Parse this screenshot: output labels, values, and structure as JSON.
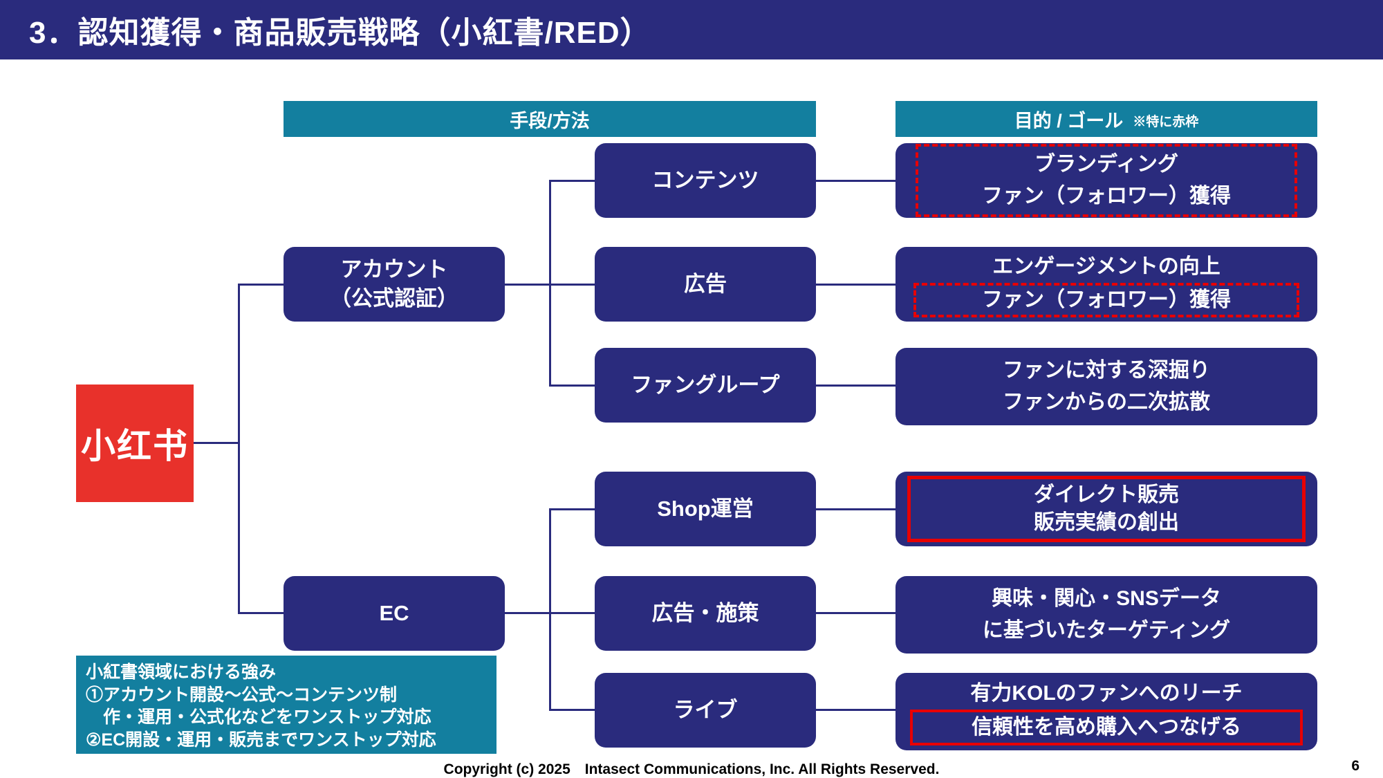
{
  "slide": {
    "title": "3．認知獲得・商品販売戦略（小紅書/RED）",
    "footer": "Copyright (c) 2025　Intasect Communications, Inc. All Rights Reserved.",
    "page_number": "6"
  },
  "column_headers": {
    "methods": "手段/方法",
    "goals": "目的 / ゴール",
    "goals_note": "※特に赤枠"
  },
  "logo": {
    "text": "小红书"
  },
  "level1": {
    "account": "アカウント\n（公式認証）",
    "ec": "EC"
  },
  "methods": {
    "contents": "コンテンツ",
    "ads": "広告",
    "fangroup": "ファングループ",
    "shop": "Shop運営",
    "ads_measures": "広告・施策",
    "live": "ライブ"
  },
  "goals": {
    "branding": {
      "line1": "ブランディング",
      "line2": "ファン（フォロワー）獲得",
      "highlight": "dashed-all"
    },
    "engagement": {
      "line1": "エンゲージメントの向上",
      "line2": "ファン（フォロワー）獲得",
      "highlight": "dashed-line2"
    },
    "fandeep": {
      "line1": "ファンに対する深掘り",
      "line2": "ファンからの二次拡散",
      "highlight": "none"
    },
    "direct": {
      "line1": "ダイレクト販売",
      "line2": "販売実績の創出",
      "highlight": "solid-all"
    },
    "targeting": {
      "line1": "興味・関心・SNSデータ",
      "line2": "に基づいたターゲティング",
      "highlight": "none"
    },
    "kol": {
      "line1": "有力KOLのファンへのリーチ",
      "line2": "信頼性を高め購入へつなげる",
      "highlight": "solid-line2"
    }
  },
  "strengths": {
    "lines": [
      "小紅書領域における強み",
      "①アカウント開設～公式～コンテンツ制",
      "　作・運用・公式化などをワンストップ対応",
      "②EC開設・運用・販売までワンストップ対応"
    ]
  },
  "colors": {
    "navy": "#2a2b7d",
    "teal": "#137f9f",
    "red": "#e80000",
    "logo_red": "#e8312b"
  }
}
